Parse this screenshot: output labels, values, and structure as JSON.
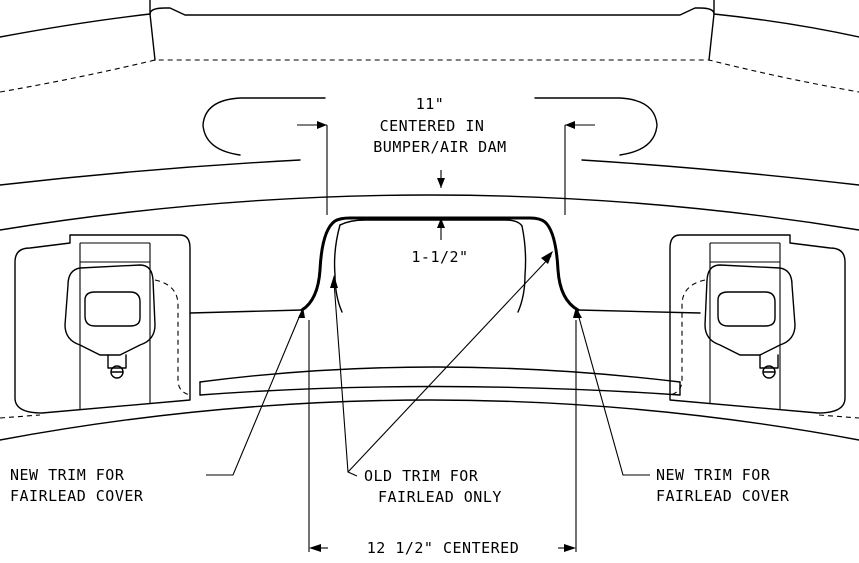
{
  "labels": {
    "top_dim_line1": "11\"",
    "top_dim_line2": "CENTERED IN",
    "top_dim_line3": "BUMPER/AIR DAM",
    "gap_dim": "1-1/2\"",
    "left_callout_line1": "NEW TRIM FOR",
    "left_callout_line2": "FAIRLEAD COVER",
    "center_callout_line1": "OLD TRIM FOR",
    "center_callout_line2": "FAIRLEAD ONLY",
    "right_callout_line1": "NEW TRIM FOR",
    "right_callout_line2": "FAIRLEAD COVER",
    "bottom_dim": "12 1/2\" CENTERED"
  }
}
